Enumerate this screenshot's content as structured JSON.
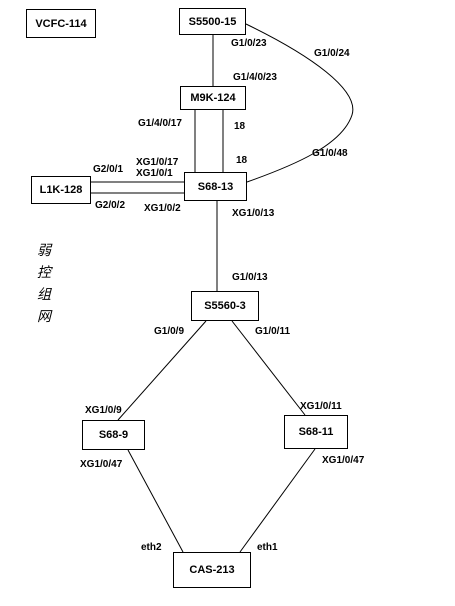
{
  "title_box": "VCFC-114",
  "nodes": {
    "s5500": "S5500-15",
    "m9k": "M9K-124",
    "s68_13": "S68-13",
    "l1k": "L1K-128",
    "s5560": "S5560-3",
    "s68_9": "S68-9",
    "s68_11": "S68-11",
    "cas": "CAS-213"
  },
  "ports": {
    "s5500_g1_0_23": "G1/0/23",
    "s5500_g1_0_24": "G1/0/24",
    "m9k_g1_4_0_23": "G1/4/0/23",
    "m9k_g1_4_0_17": "G1/4/0/17",
    "m9k_18": "18",
    "s68_13_18": "18",
    "s68_13_g1_0_48": "G1/0/48",
    "s68_13_xg1_0_17": "XG1/0/17",
    "s68_13_xg1_0_1": "XG1/0/1",
    "s68_13_xg1_0_2": "XG1/0/2",
    "s68_13_xg1_0_13": "XG1/0/13",
    "l1k_g2_0_1": "G2/0/1",
    "l1k_g2_0_2": "G2/0/2",
    "s5560_g1_0_13": "G1/0/13",
    "s5560_g1_0_9": "G1/0/9",
    "s5560_g1_0_11": "G1/0/11",
    "s68_9_xg1_0_9": "XG1/0/9",
    "s68_9_xg1_0_47": "XG1/0/47",
    "s68_11_xg1_0_11": "XG1/0/11",
    "s68_11_xg1_0_47": "XG1/0/47",
    "cas_eth2": "eth2",
    "cas_eth1": "eth1"
  },
  "side_text": "弱控组网"
}
